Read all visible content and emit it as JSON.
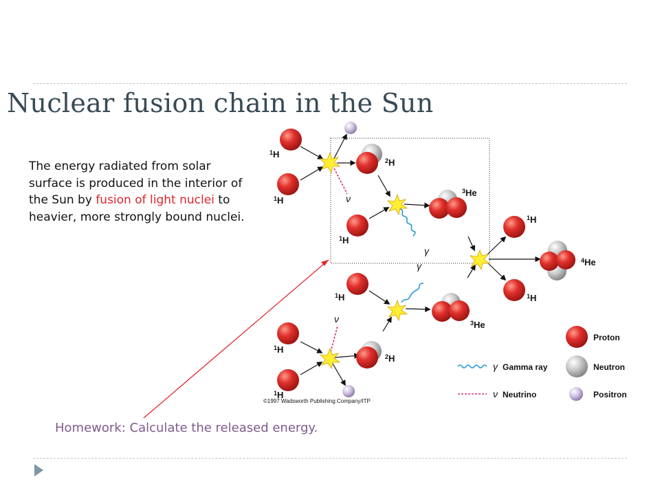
{
  "slide": {
    "title": "Nuclear fusion chain in the Sun",
    "description": {
      "part1": "The energy radiated from solar surface is produced in the interior of the Sun by ",
      "highlight": "fusion of light nuclei",
      "part2": " to heavier, more strongly bound nuclei."
    },
    "homework": "Homework: Calculate the released energy."
  },
  "colors": {
    "title": "#384a55",
    "highlight": "#e0262c",
    "homework": "#7d5a8c",
    "proton": "#d8262a",
    "neutron": "#bdbdbd",
    "positron": "#c9b6dd",
    "gamma": "#2b9ad6",
    "neutrino": "#d0307a",
    "pointer": "#e0262c",
    "nav_arrow": "#7d97a6"
  },
  "diagram": {
    "labels": {
      "h1": "H",
      "h1_sup": "1",
      "h2": "H",
      "h2_sup": "2",
      "he3": "He",
      "he3_sup": "3",
      "he4": "He",
      "he4_sup": "4",
      "gamma": "γ",
      "nu": "ν"
    },
    "legend": {
      "gamma_ray": "Gamma ray",
      "neutrino": "Neutrino",
      "proton": "Proton",
      "neutron": "Neutron",
      "positron": "Positron",
      "gamma_symbol": "γ",
      "nu_symbol": "ν"
    },
    "copyright": "©1997 Wadsworth Publishing Company/ITP"
  }
}
